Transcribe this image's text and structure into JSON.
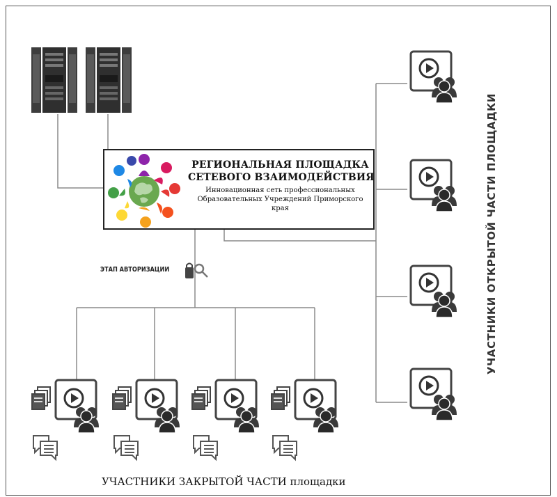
{
  "platform": {
    "title_line1": "РЕГИОНАЛЬНАЯ ПЛОЩАДКА",
    "title_line2": "СЕТЕВОГО ВЗАИМОДЕЙСТВИЯ",
    "subtitle": "Инновационная сеть профессиональных Образовательных Учреждений Приморского края"
  },
  "auth_label": "ЭТАП АВТОРИЗАЦИИ",
  "open_part_label": "УЧАСТНИКИ ОТКРЫТОЙ ЧАСТИ ПЛОЩАДКИ",
  "closed_part_label": "УЧАСТНИКИ ЗАКРЫТОЙ ЧАСТИ площадки",
  "icons": {
    "server": "server-icon",
    "open_participant": "video-user-group-icon",
    "closed_participant": "documents-video-user-chat-icon",
    "lock": "lock-key-icon"
  },
  "colors": {
    "line": "#8a8a8a",
    "icon": "#4a4a4a",
    "logo_people": [
      "#e53935",
      "#f4a11d",
      "#fdd835",
      "#43a047",
      "#1e88e5",
      "#3949ab",
      "#8e24aa",
      "#d81b60"
    ]
  }
}
